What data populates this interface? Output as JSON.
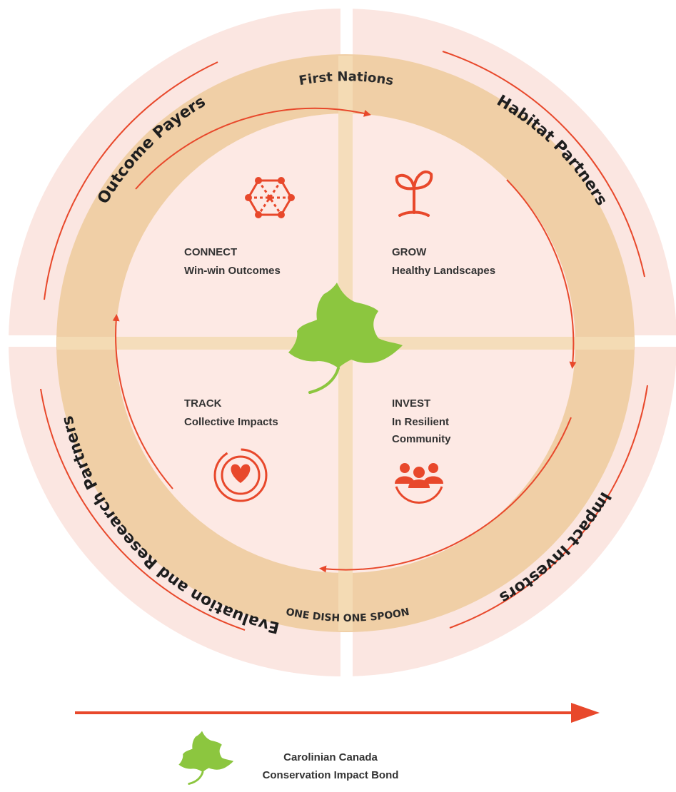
{
  "outer_segments": {
    "top_left": "Outcome Payers",
    "top_right": "Habitat Partners",
    "bottom_right": "Impact Investors",
    "bottom_left": "Evaluation and Reseearch Partners"
  },
  "ring": {
    "top": "First Nations",
    "bottom": "ONE DISH ONE SPOON"
  },
  "quadrants": {
    "connect": {
      "title": "CONNECT",
      "subtitle": "Win-win Outcomes",
      "icon": "network-icon"
    },
    "grow": {
      "title": "GROW",
      "subtitle": "Healthy Landscapes",
      "icon": "sprout-icon"
    },
    "track": {
      "title": "TRACK",
      "subtitle": "Collective Impacts",
      "icon": "heart-target-icon"
    },
    "invest": {
      "title": "INVEST",
      "subtitle_line1": "In Resilient",
      "subtitle_line2": "Community",
      "icon": "people-group-icon"
    }
  },
  "legend": {
    "line1": "Carolinian Canada",
    "line2": "Conservation Impact Bond",
    "icon": "maple-leaf-icon"
  },
  "colors": {
    "outer_ring": "#fbe6e1",
    "band": "#f0cfa6",
    "inner_disc": "#fde9e4",
    "cross": "#f4dcb6",
    "accent": "#e8482b",
    "leaf": "#8cc63f"
  }
}
